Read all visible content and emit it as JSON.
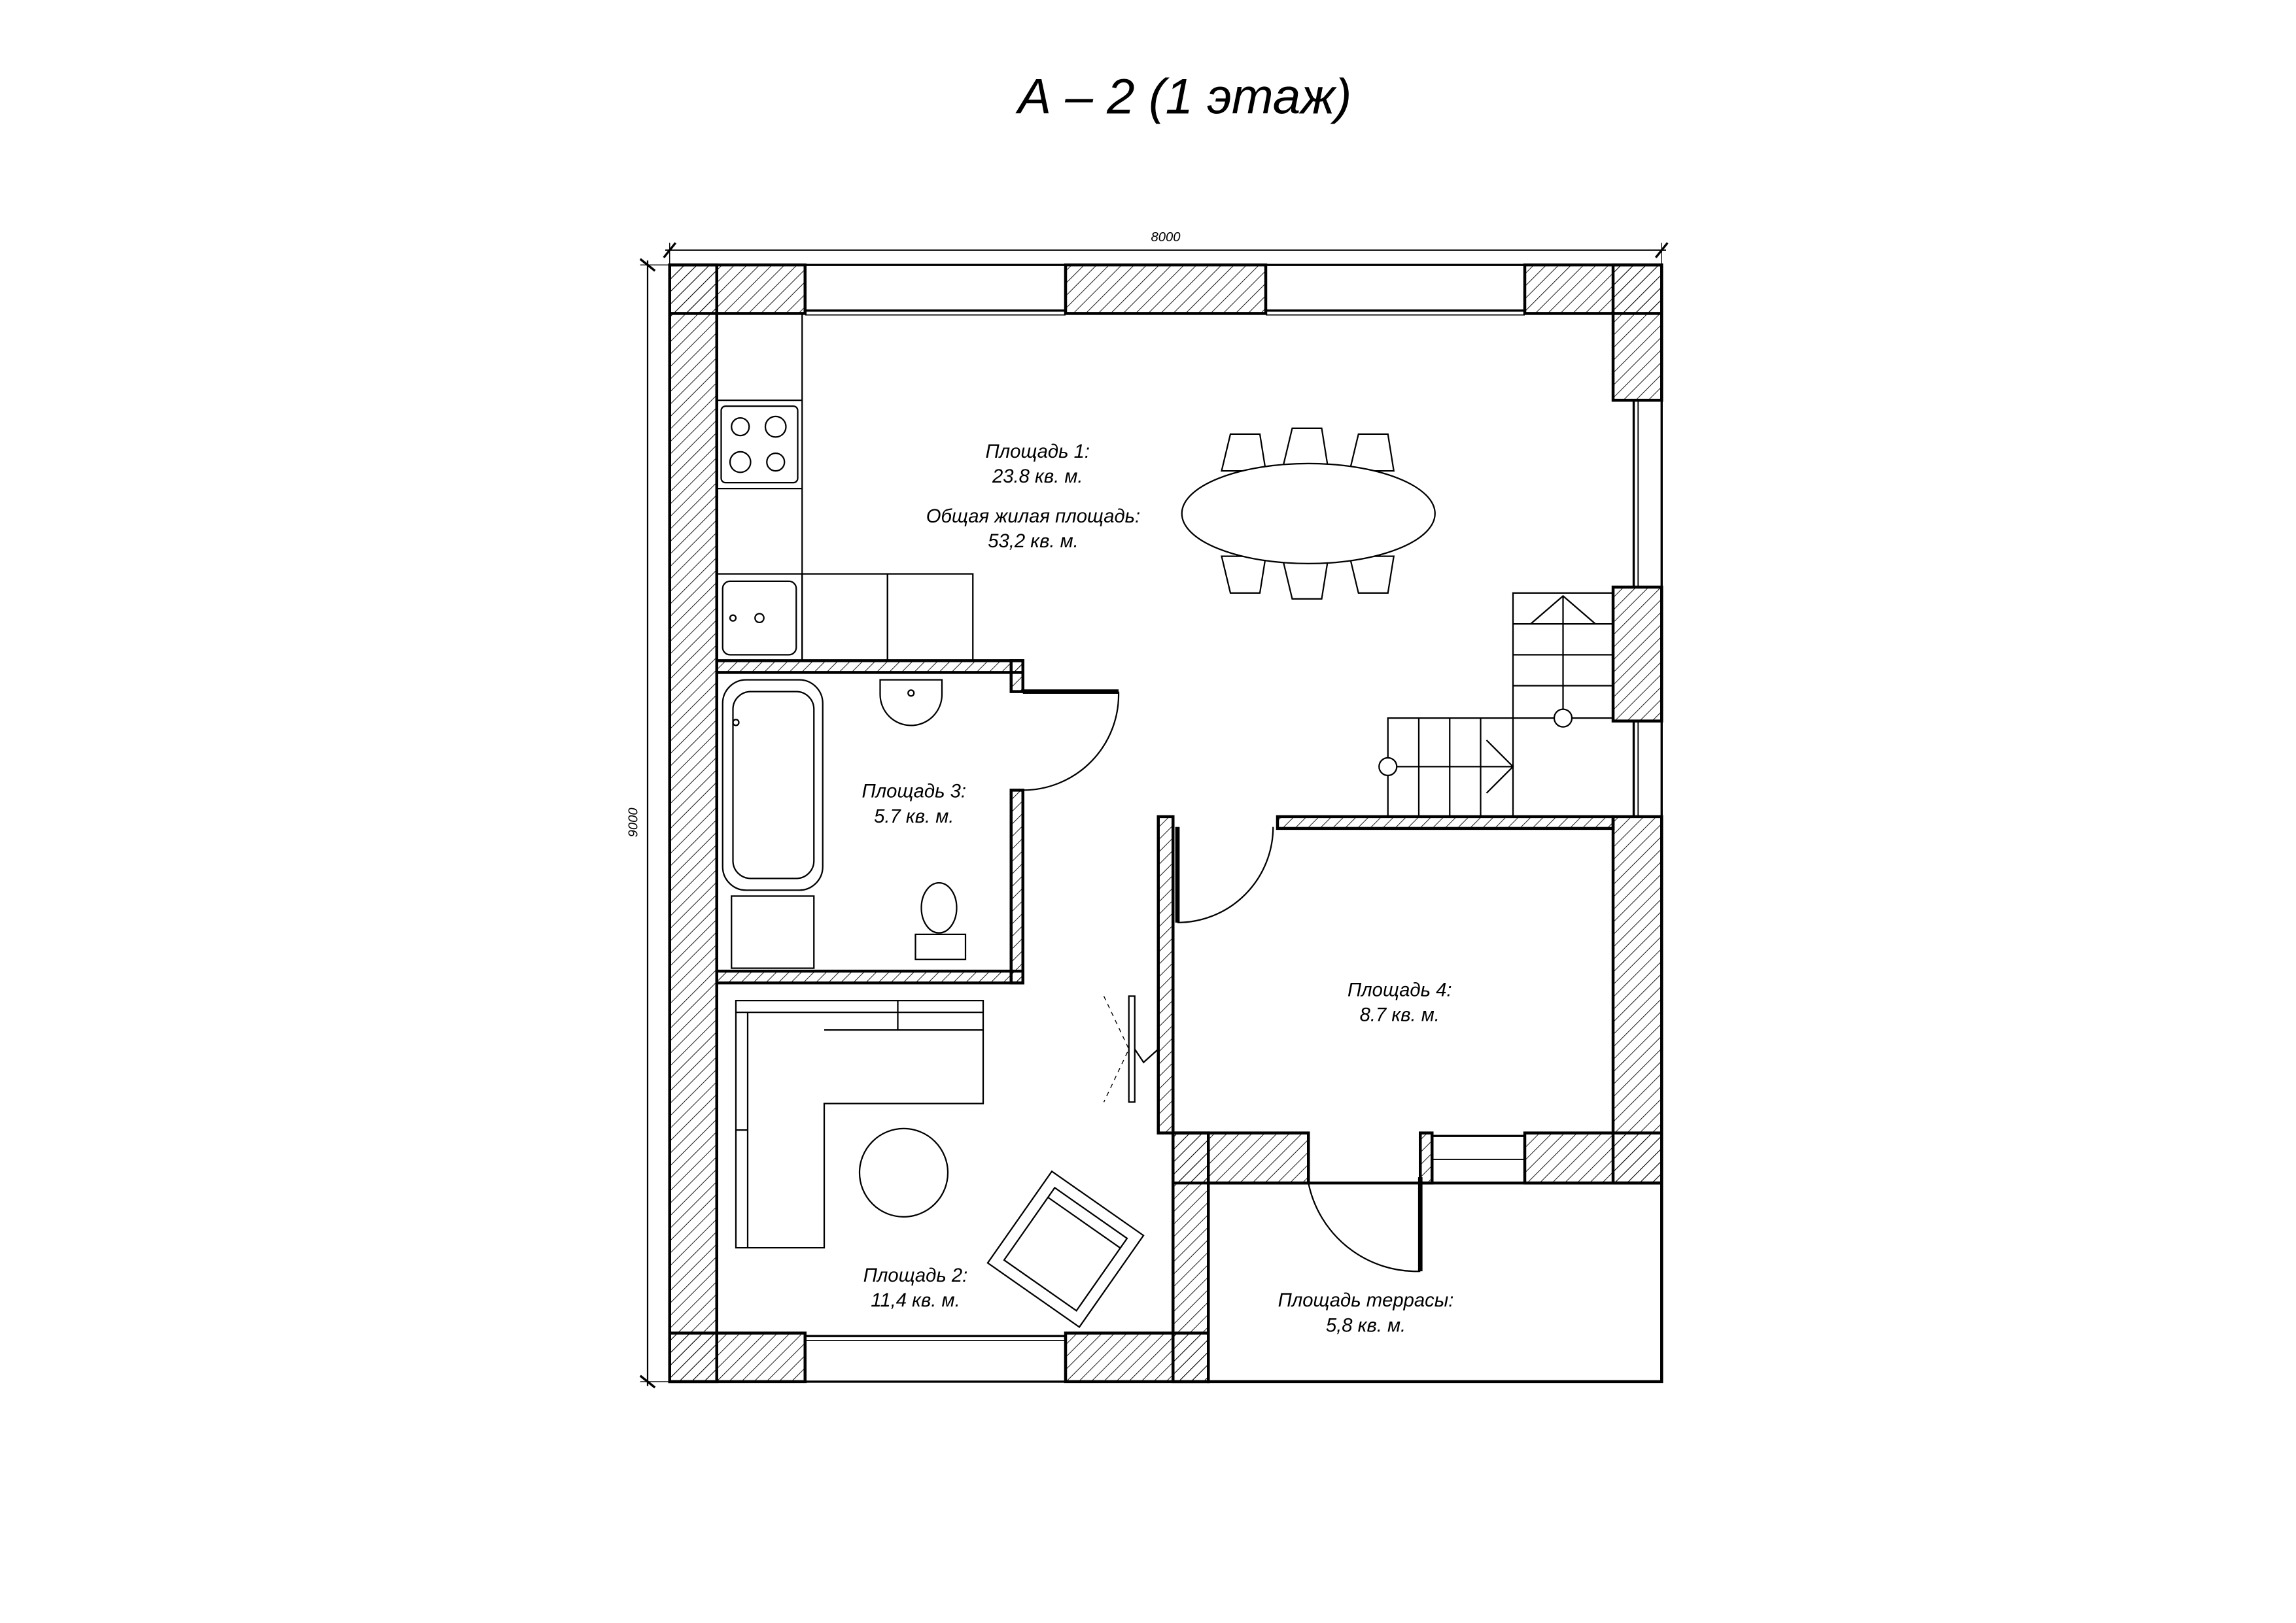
{
  "title": "А – 2 (1 этаж)",
  "dimensions": {
    "width": "8000",
    "height": "9000"
  },
  "rooms": {
    "room1": {
      "label": "Площадь 1:",
      "area": "23.8 кв. м."
    },
    "total": {
      "label": "Общая жилая площадь:",
      "area": "53,2 кв. м."
    },
    "room2": {
      "label": "Площадь 2:",
      "area": "11,4 кв. м."
    },
    "room3": {
      "label": "Площадь 3:",
      "area": "5.7 кв. м."
    },
    "room4": {
      "label": "Площадь 4:",
      "area": "8.7 кв. м."
    },
    "terrace": {
      "label": "Площадь террасы:",
      "area": "5,8 кв. м."
    }
  }
}
